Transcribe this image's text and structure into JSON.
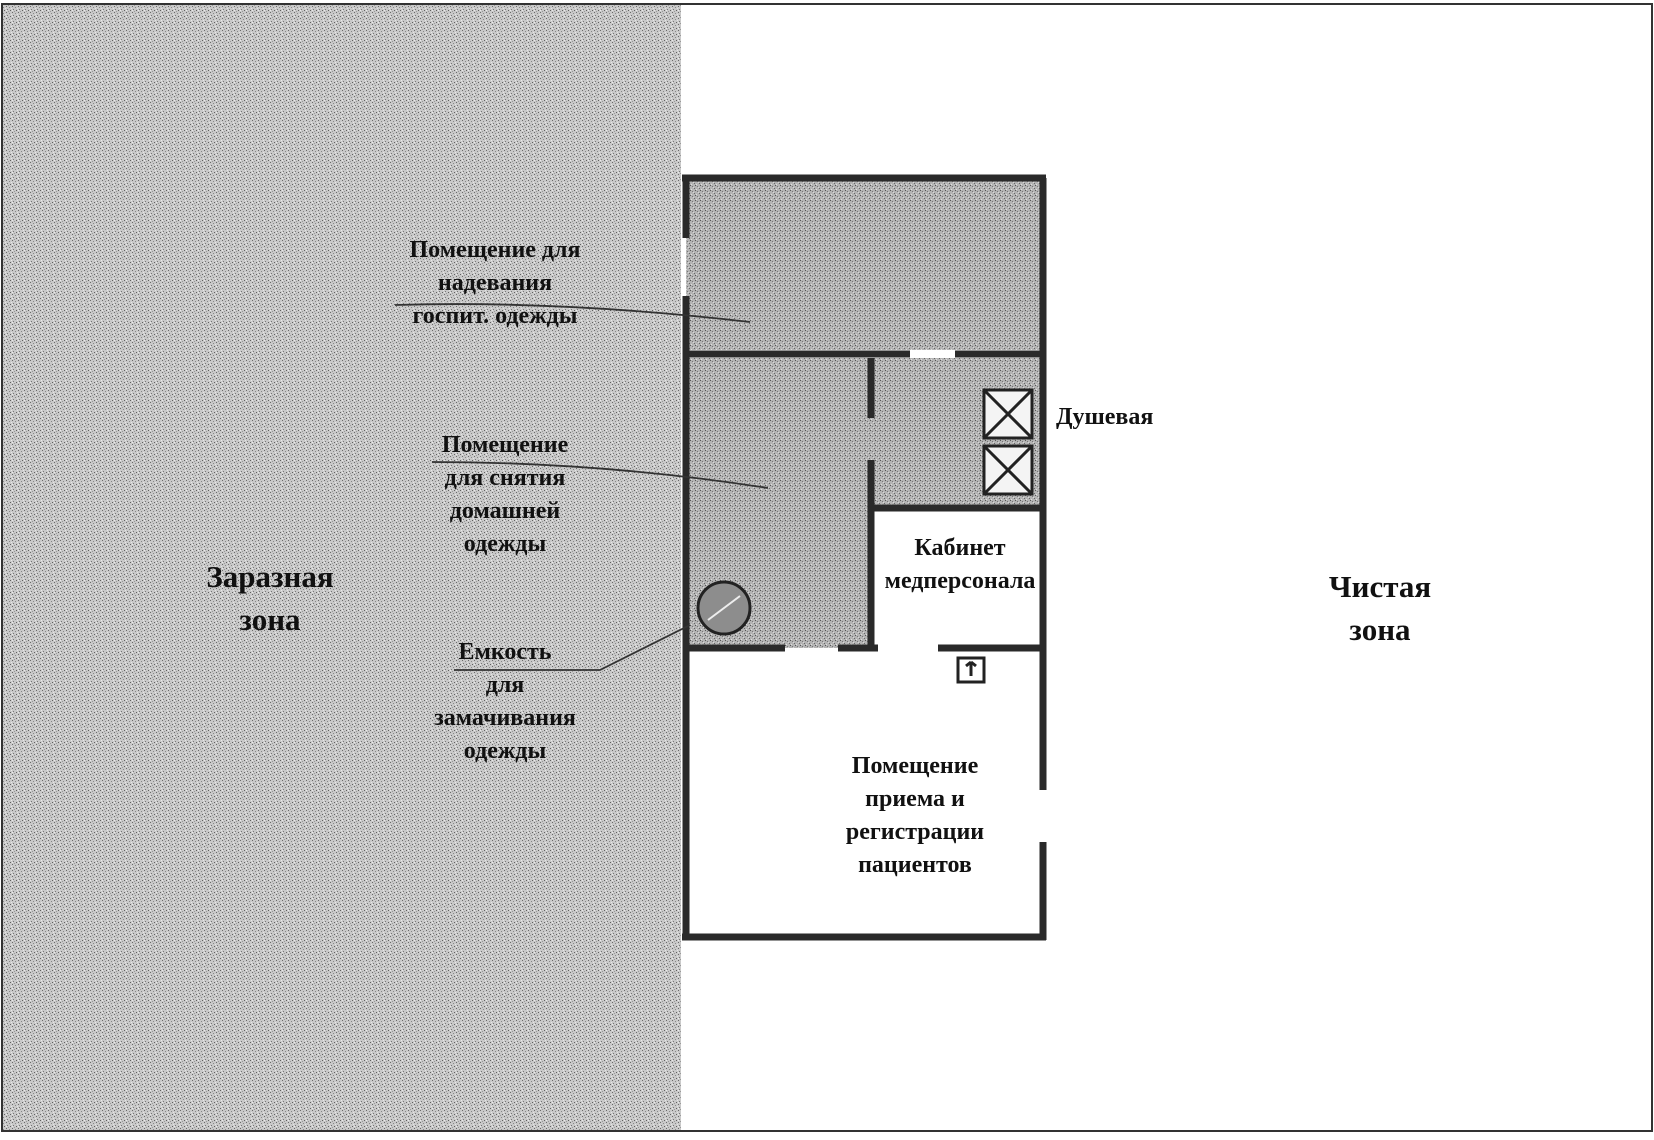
{
  "zones": {
    "dirty": {
      "line1": "Заразная",
      "line2": "зона"
    },
    "clean": {
      "line1": "Чистая",
      "line2": "зона"
    }
  },
  "rooms": {
    "hospital_clothes": {
      "line1": "Помещение для",
      "line2": "надевания",
      "line3": "госпит. одежды"
    },
    "undress": {
      "line1": "Помещение",
      "line2": "для снятия",
      "line3": "домашней",
      "line4": "одежды"
    },
    "soak_container": {
      "line1": "Емкость",
      "line2": "для",
      "line3": "замачивания",
      "line4": "одежды"
    },
    "shower": {
      "text": "Душевая"
    },
    "staff_office": {
      "line1": "Кабинет",
      "line2": "медперсонала"
    },
    "reception": {
      "line1": "Помещение",
      "line2": "приема и",
      "line3": "регистрации",
      "line4": "пациентов"
    }
  },
  "colors": {
    "dirty_zone_fill": "#bdbdbd",
    "room_hatch": "#9a9a9a",
    "wall": "#2a2a2a",
    "clean_fill": "#ffffff"
  },
  "icons": {
    "shower_cabins": "shower-cabin-icon",
    "soak_container": "container-icon",
    "sink": "sink-icon"
  }
}
